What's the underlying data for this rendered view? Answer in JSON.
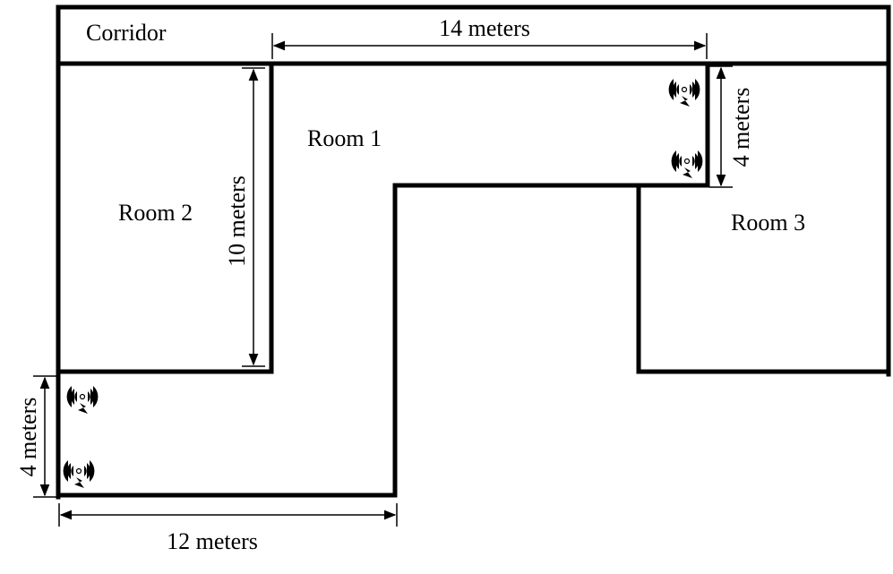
{
  "diagram": {
    "type": "floor-plan",
    "labels": {
      "corridor": "Corridor",
      "room1": "Room 1",
      "room2": "Room 2",
      "room3": "Room 3"
    },
    "dimensions": {
      "top_width": "14 meters",
      "room2_height": "10 meters",
      "right_antenna_span": "4 meters",
      "left_antenna_span": "4 meters",
      "bottom_width": "12 meters"
    },
    "antennas": [
      {
        "id": "ap-top-right-upper",
        "location": "Room 1 top-right corner"
      },
      {
        "id": "ap-top-right-lower",
        "location": "Room 1 right recess"
      },
      {
        "id": "ap-bottom-left-upper",
        "location": "Room 1 bottom-left"
      },
      {
        "id": "ap-bottom-left-lower",
        "location": "Room 1 bottom-left corner"
      }
    ],
    "colors": {
      "wall": "#000000",
      "background": "#ffffff"
    }
  }
}
